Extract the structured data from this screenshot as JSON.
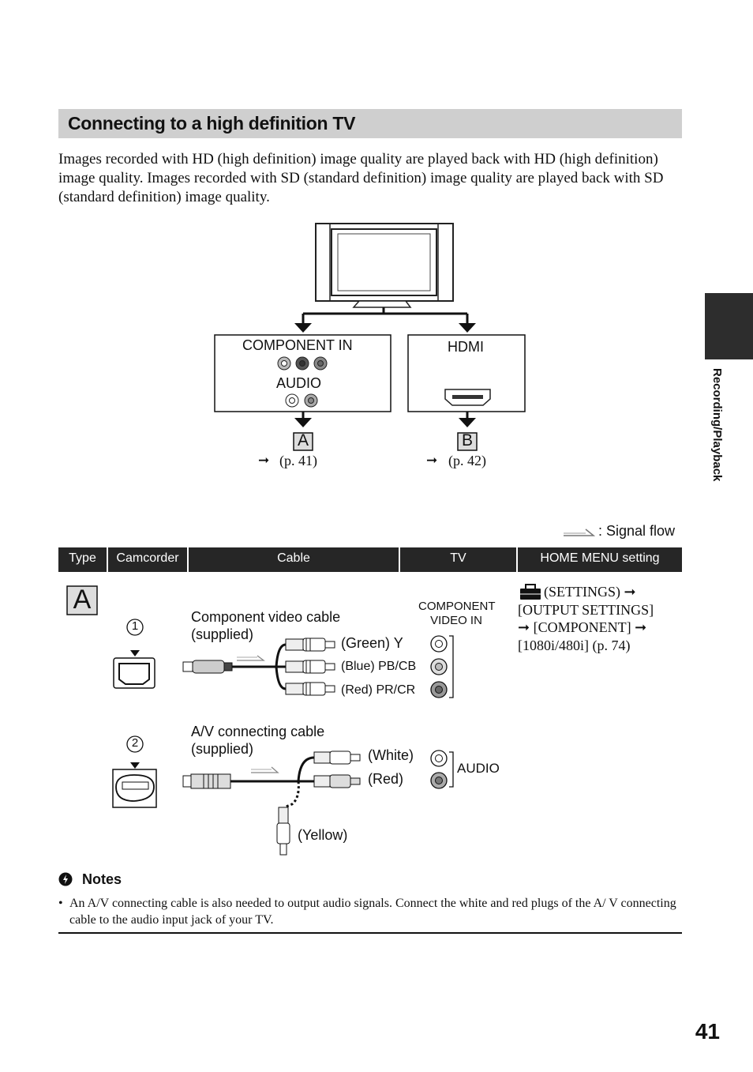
{
  "section": {
    "heading": "Connecting to a high definition TV",
    "intro": "Images recorded with HD (high definition) image quality are played back with HD (high definition) image quality. Images recorded with SD (standard definition) image quality are played back with SD (standard definition) image quality."
  },
  "diagram": {
    "component_in": "COMPONENT IN",
    "audio": "AUDIO",
    "hdmi": "HDMI",
    "marker_a": "A",
    "marker_b": "B",
    "ref_a": "(p. 41)",
    "ref_b": "(p. 42)",
    "arrow_glyph": "➞"
  },
  "legend": {
    "signal_flow": ": Signal flow"
  },
  "table": {
    "headers": [
      "Type",
      "Camcorder",
      "Cable",
      "TV",
      "HOME MENU setting"
    ],
    "row_label": "A",
    "step_1": "1",
    "step_2": "2",
    "component_cable": "Component video cable",
    "component_supplied": "(supplied)",
    "green": "(Green) Y",
    "blue": "(Blue) PB/CB",
    "red_pr": "(Red) PR/CR",
    "tv_component_1": "COMPONENT",
    "tv_component_2": "VIDEO IN",
    "av_cable": "A/V connecting cable",
    "av_supplied": "(supplied)",
    "white": "(White)",
    "red": "(Red)",
    "yellow": "(Yellow)",
    "tv_audio": "AUDIO",
    "menu_line_1": "(SETTINGS) ➞",
    "menu_line_2": "[OUTPUT SETTINGS]",
    "menu_line_3": "➞ [COMPONENT] ➞",
    "menu_line_4": "[1080i/480i] (p. 74)"
  },
  "notes": {
    "title": "Notes",
    "bullet": "•",
    "item": "An A/V connecting cable is also needed to output audio signals. Connect the white and red plugs of the A/ V connecting cable to the audio input jack of your TV."
  },
  "side_tab": "Recording/Playback",
  "page_number": "41",
  "colors": {
    "heading_bg": "#cfcfcf",
    "table_header_bg": "#262626",
    "side_tab_bg": "#2d2d2d"
  }
}
